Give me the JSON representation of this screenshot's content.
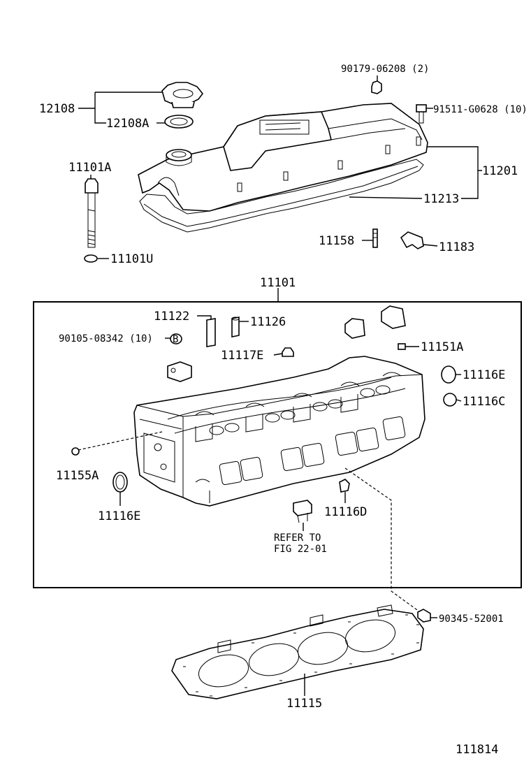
{
  "labels": {
    "p12108": "12108",
    "p12108A": "12108A",
    "p90179": "90179-06208 (2)",
    "p91511": "91511-G0628 (10)",
    "p11201": "11201",
    "p11213": "11213",
    "p11101A": "11101A",
    "p11101U": "11101U",
    "p11158": "11158",
    "p11183": "11183",
    "p11101": "11101",
    "p11122": "11122",
    "p11126": "11126",
    "p90105": "90105-08342 (10)",
    "p11117E": "11117E",
    "p11151A": "11151A",
    "p11116E_r": "11116E",
    "p11116C": "11116C",
    "p11155A": "11155A",
    "p11116E_l": "11116E",
    "p11116D": "11116D",
    "refer_line1": "REFER TO",
    "refer_line2": "FIG 22-01",
    "p90345": "90345-52001",
    "p11115": "11115",
    "figure_number": "111814"
  }
}
